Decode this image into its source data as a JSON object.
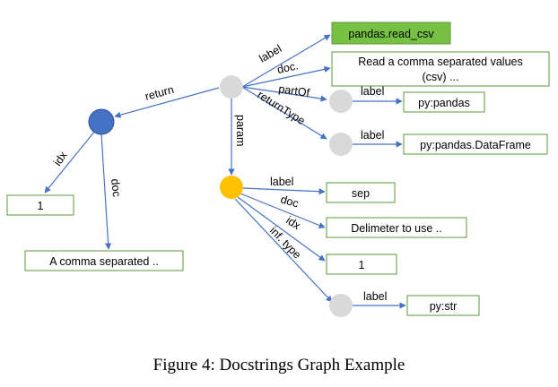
{
  "colors": {
    "edge": "#4472c4",
    "node_default": "#d9d9d9",
    "node_return": "#4472c4",
    "node_param": "#ffc000",
    "box_highlight": "#76c043",
    "box_border": "#5b9a3a"
  },
  "labels": {
    "name_box": "pandas.read_csv",
    "doc_box_line1": "Read a comma separated values",
    "doc_box_line2": "(csv)  ...",
    "py_pandas": "py:pandas",
    "py_dataframe": "py:pandas.DataFrame",
    "sep": "sep",
    "delimiter": "Delimeter to use ..",
    "one": "1",
    "py_str": "py:str",
    "ret_idx": "1",
    "ret_doc": "A comma separated .."
  },
  "edges": {
    "label": "label",
    "doc": "doc.",
    "partOf": "partOf",
    "returnType": "returnType",
    "return": "return",
    "param": "param",
    "idx": "idx",
    "doc_plain": "doc",
    "inf_type": "inf. type"
  },
  "caption": "Figure 4: Docstrings Graph Example"
}
